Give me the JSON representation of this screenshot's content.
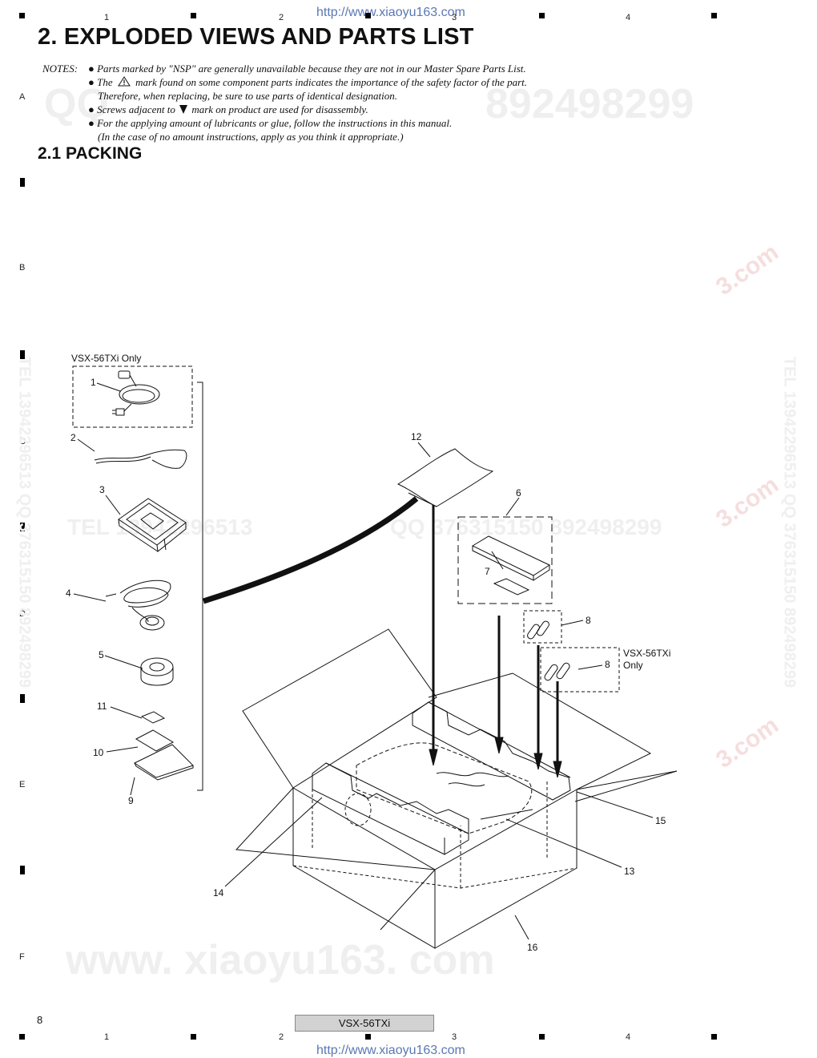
{
  "header": {
    "url_top": "http://www.xiaoyu163.com",
    "url_bottom": "http://www.xiaoyu163.com",
    "columns": [
      "1",
      "2",
      "3",
      "4"
    ],
    "rows": [
      "A",
      "B",
      "C",
      "D",
      "E",
      "F"
    ]
  },
  "title": "2. EXPLODED VIEWS AND PARTS LIST",
  "notes": {
    "label": "NOTES:",
    "items": [
      "Parts marked by \"NSP\" are generally unavailable because they are not in our Master Spare Parts List.",
      "The",
      "mark found on some component parts indicates the importance of the safety factor of the part.",
      "Therefore, when replacing, be sure to use parts of identical designation.",
      "Screws adjacent to",
      "mark on product are used for disassembly.",
      "For the applying amount of lubricants or glue, follow the instructions in this manual.",
      "(In the case of no amount instructions, apply as you think it appropriate.)"
    ]
  },
  "section": "2.1  PACKING",
  "watermarks": {
    "qq_top_left": "QQ",
    "qq_top_right": "892498299",
    "tel_mid": "TEL  13942296513",
    "qq_mid": "QQ  376315150  892498299",
    "www_bottom": "www. xiaoyu163. com",
    "side_vertical": "TEL 13942296513  QQ 376315150  892498299",
    "side_stamp": "3.com"
  },
  "diagram": {
    "group_label": "VSX-56TXi Only",
    "group_label_right_1": "VSX-56TXi",
    "group_label_right_2": "Only",
    "callouts": [
      "1",
      "2",
      "3",
      "4",
      "5",
      "6",
      "7",
      "8",
      "8",
      "9",
      "10",
      "11",
      "12",
      "13",
      "14",
      "15",
      "16"
    ]
  },
  "footer": {
    "page_number": "8",
    "model": "VSX-56TXi"
  }
}
